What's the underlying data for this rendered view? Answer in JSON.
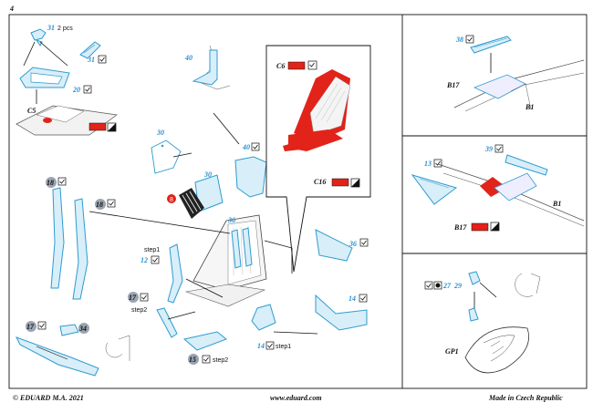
{
  "page": {
    "number": "4",
    "footer_left": "© EDUARD  M.A. 2021",
    "footer_center": "www.eduard.com",
    "footer_right": "Made in Czech Republic"
  },
  "colors": {
    "part_blue": "#3aa7d8",
    "part_fill": "#cfeaf6",
    "accent_red": "#e2231a",
    "line": "#111111",
    "grey_badge": "#9aa5b1"
  },
  "parts": {
    "p31": "31",
    "p31_qty": "2 pcs",
    "p31b": "31",
    "p20": "20",
    "c5": "C5",
    "p40": "40",
    "p40b": "40",
    "p30": "30",
    "p30b": "30",
    "p18": "18",
    "p18b": "18",
    "p36": "36",
    "p36b": "36",
    "p12": "12",
    "step1": "step1",
    "p17": "17",
    "step2": "step2",
    "p14": "14",
    "p14b": "14",
    "p14_step": "step1",
    "p17b": "17",
    "p34": "34",
    "p15": "15",
    "p15_step": "step2",
    "c6": "C6",
    "c16": "C16",
    "p38": "38",
    "b17a": "B17",
    "b1a": "B1",
    "p13": "13",
    "p39": "39",
    "b1b": "B1",
    "b17b": "B17",
    "p27": "27",
    "p29": "29",
    "gp1": "GP1",
    "marker": "8"
  }
}
